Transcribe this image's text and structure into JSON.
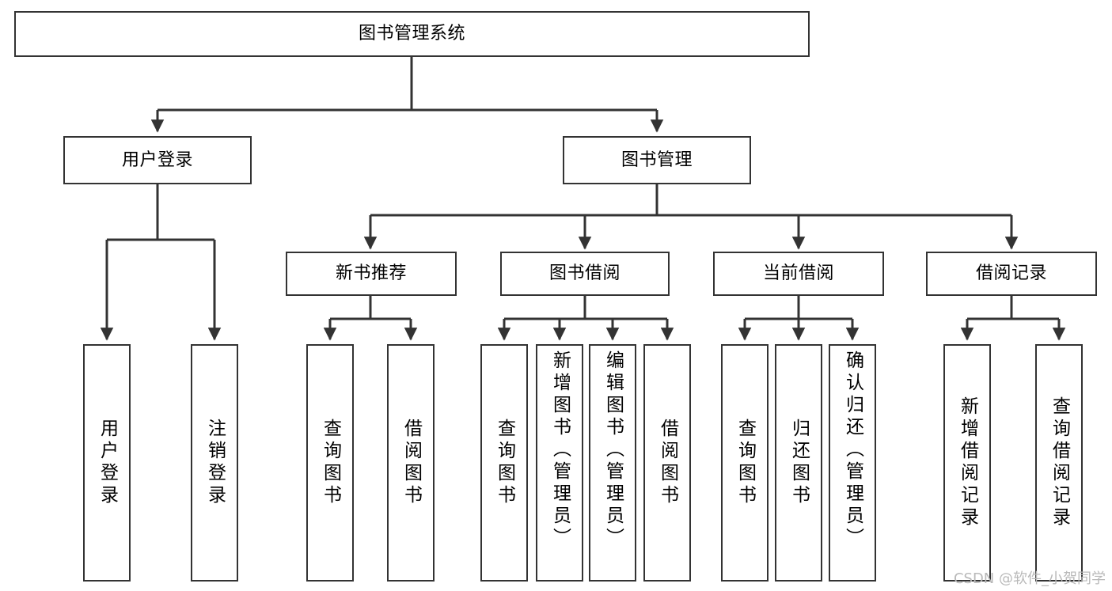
{
  "diagram": {
    "type": "tree-hierarchy",
    "title": "图书管理系统",
    "watermark": "CSDN @软件_小贺同学",
    "colors": {
      "stroke": "#333333",
      "text": "#000000",
      "background": "#ffffff",
      "watermark": "#b9b9b9"
    },
    "root": {
      "id": "root",
      "label": "图书管理系统"
    },
    "level2": [
      {
        "id": "user-login",
        "label": "用户登录"
      },
      {
        "id": "book-manage",
        "label": "图书管理"
      }
    ],
    "level3": [
      {
        "id": "new-book-recommend",
        "label": "新书推荐",
        "parent": "book-manage"
      },
      {
        "id": "book-borrow",
        "label": "图书借阅",
        "parent": "book-manage"
      },
      {
        "id": "current-borrow",
        "label": "当前借阅",
        "parent": "book-manage"
      },
      {
        "id": "borrow-record",
        "label": "借阅记录",
        "parent": "book-manage"
      }
    ],
    "leaves": {
      "user_login": [
        {
          "id": "leaf-user-login",
          "label": "用户登录"
        },
        {
          "id": "leaf-logout-login",
          "label": "注销登录"
        }
      ],
      "new_book_recommend": [
        {
          "id": "leaf-query-book-1",
          "label": "查询图书"
        },
        {
          "id": "leaf-borrow-book-1",
          "label": "借阅图书"
        }
      ],
      "book_borrow": [
        {
          "id": "leaf-query-book-2",
          "label": "查询图书"
        },
        {
          "id": "leaf-add-book",
          "label": "新增图书（管理员）"
        },
        {
          "id": "leaf-edit-book",
          "label": "编辑图书（管理员）"
        },
        {
          "id": "leaf-borrow-book-2",
          "label": "借阅图书"
        }
      ],
      "current_borrow": [
        {
          "id": "leaf-query-book-3",
          "label": "查询图书"
        },
        {
          "id": "leaf-return-book",
          "label": "归还图书"
        },
        {
          "id": "leaf-confirm-return",
          "label": "确认归还（管理员）"
        }
      ],
      "borrow_record": [
        {
          "id": "leaf-add-record",
          "label": "新增借阅记录"
        },
        {
          "id": "leaf-query-record",
          "label": "查询借阅记录"
        }
      ]
    }
  }
}
